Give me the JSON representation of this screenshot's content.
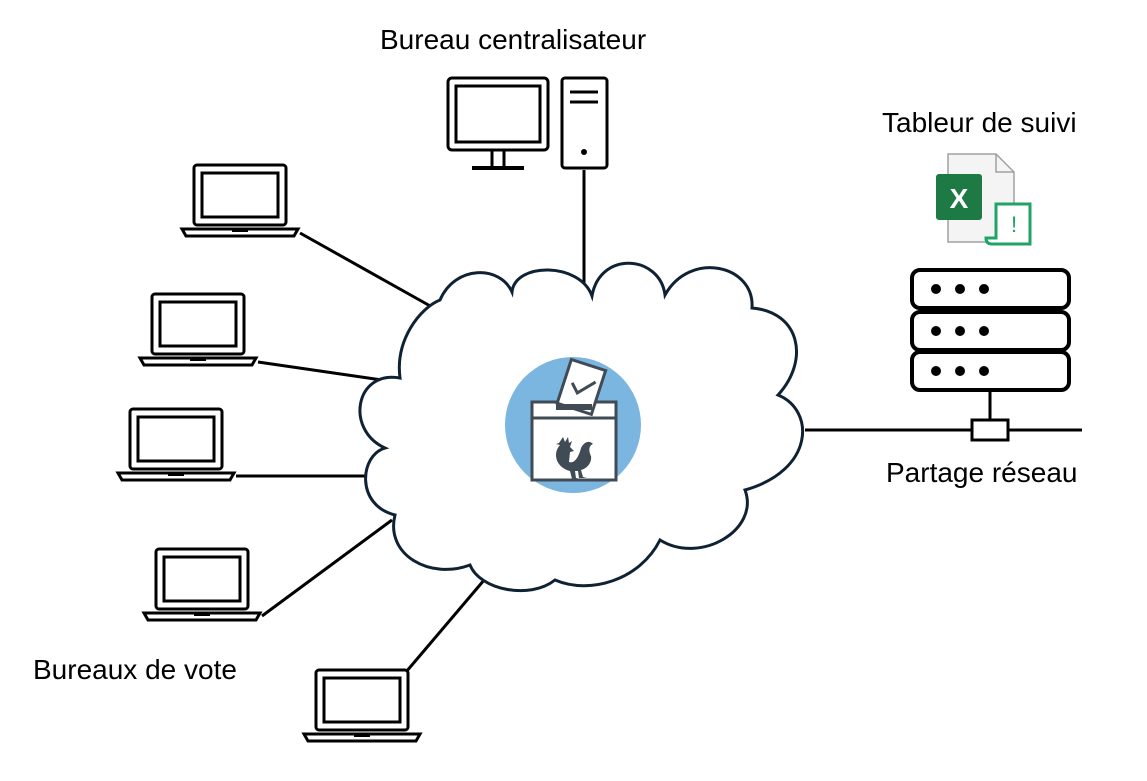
{
  "labels": {
    "central_office": "Bureau centralisateur",
    "tracking_sheet": "Tableur de suivi",
    "network_share": "Partage réseau",
    "polling_stations": "Bureaux de vote"
  },
  "icons": {
    "center": "ballot-box-rooster-icon",
    "spreadsheet": "excel-file-icon",
    "spreadsheet_letter": "X",
    "spreadsheet_mark": "!"
  },
  "colors": {
    "stroke": "#000000",
    "cloud_stroke": "#0f2233",
    "badge": "#7bb6e0",
    "ballot_gray": "#414b55",
    "excel_green": "#1e7a45",
    "excel_light": "#21a366"
  }
}
